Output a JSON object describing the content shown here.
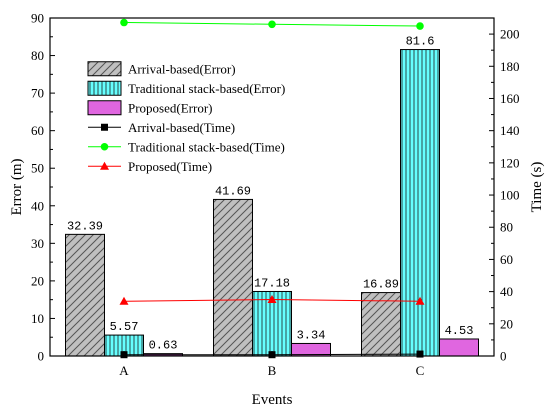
{
  "chart_data": {
    "type": "bar",
    "categories": [
      "A",
      "B",
      "C"
    ],
    "xlabel": "Events",
    "ylabel": "Error (m)",
    "y2label": "Time (s)",
    "ylim": [
      0,
      90
    ],
    "y2lim": [
      0,
      210
    ],
    "yticks": [
      0,
      10,
      20,
      30,
      40,
      50,
      60,
      70,
      80,
      90
    ],
    "y2ticks": [
      0,
      20,
      40,
      60,
      80,
      100,
      120,
      140,
      160,
      180,
      200
    ],
    "legend_position": "top-left",
    "series": [
      {
        "name": "Arrival-based(Error)",
        "kind": "bar",
        "axis": "left",
        "values": [
          32.39,
          41.69,
          16.89
        ],
        "labels": [
          "32.39",
          "41.69",
          "16.89"
        ],
        "fill": "#c0c0c0",
        "pattern": "diagonal-hatch"
      },
      {
        "name": "Traditional stack-based(Error)",
        "kind": "bar",
        "axis": "left",
        "values": [
          5.57,
          17.18,
          81.6
        ],
        "labels": [
          "5.57",
          "17.18",
          "81.6"
        ],
        "fill": "#66ffff",
        "pattern": "vertical-lines"
      },
      {
        "name": "Proposed(Error)",
        "kind": "bar",
        "axis": "left",
        "values": [
          0.63,
          3.34,
          4.53
        ],
        "labels": [
          "0.63",
          "3.34",
          "4.53"
        ],
        "fill": "#e066e0",
        "pattern": "solid"
      },
      {
        "name": "Arrival-based(Time)",
        "kind": "line",
        "axis": "right",
        "values": [
          0.8,
          0.8,
          1.2
        ],
        "color": "#000000",
        "marker": "square"
      },
      {
        "name": "Traditional stack-based(Time)",
        "kind": "line",
        "axis": "right",
        "values": [
          207.2,
          206.1,
          205.0
        ],
        "color": "#00ff00",
        "marker": "circle"
      },
      {
        "name": "Proposed(Time)",
        "kind": "line",
        "axis": "right",
        "values": [
          34.0,
          35.1,
          34.0
        ],
        "color": "#ff0000",
        "marker": "triangle"
      }
    ]
  }
}
